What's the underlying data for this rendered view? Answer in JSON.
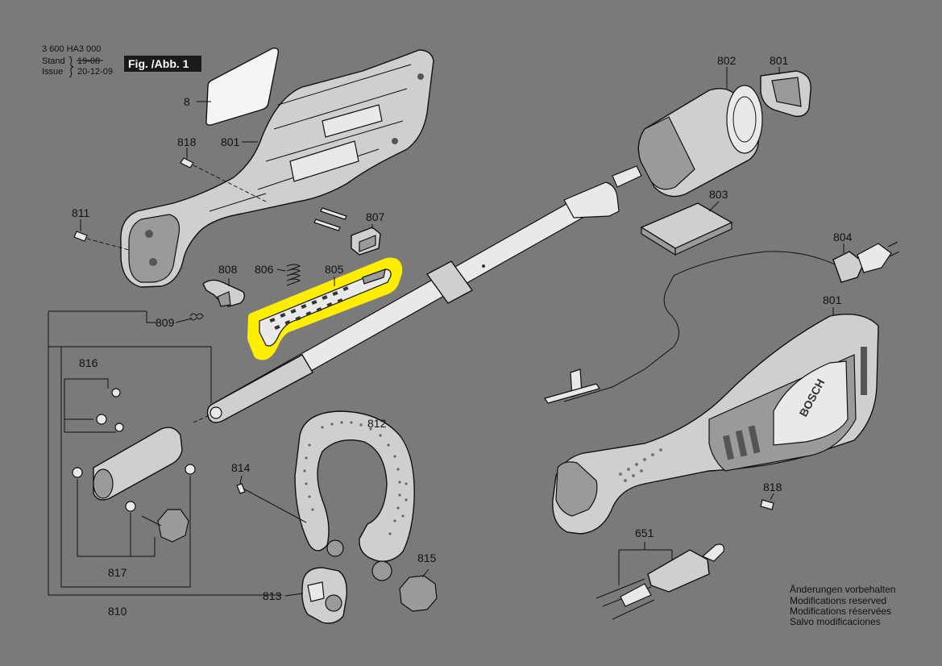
{
  "header": {
    "doc_number": "3 600 HA3 000",
    "stand_label": "Stand",
    "issue_label": "Issue",
    "stand_date": "19-08",
    "issue_date": "20-12-09",
    "figure_label": "Fig. /Abb. 1"
  },
  "brand_on_housing": "BOSCH",
  "parts": {
    "p8": "8",
    "p801_top": "801",
    "p801_right": "801",
    "p801_motor": "801",
    "p802": "802",
    "p803": "803",
    "p804": "804",
    "p805": "805",
    "p806": "806",
    "p807": "807",
    "p808": "808",
    "p809": "809",
    "p810": "810",
    "p811": "811",
    "p812": "812",
    "p813": "813",
    "p814": "814",
    "p815": "815",
    "p816": "816",
    "p817": "817",
    "p818_left": "818",
    "p818_right": "818",
    "p651": "651"
  },
  "highlight": {
    "part": "805",
    "color": "#ffee00"
  },
  "notes": [
    "Änderungen vorbehalten",
    "Modifications reserved",
    "Modifications réservées",
    "Salvo modificaciones"
  ]
}
